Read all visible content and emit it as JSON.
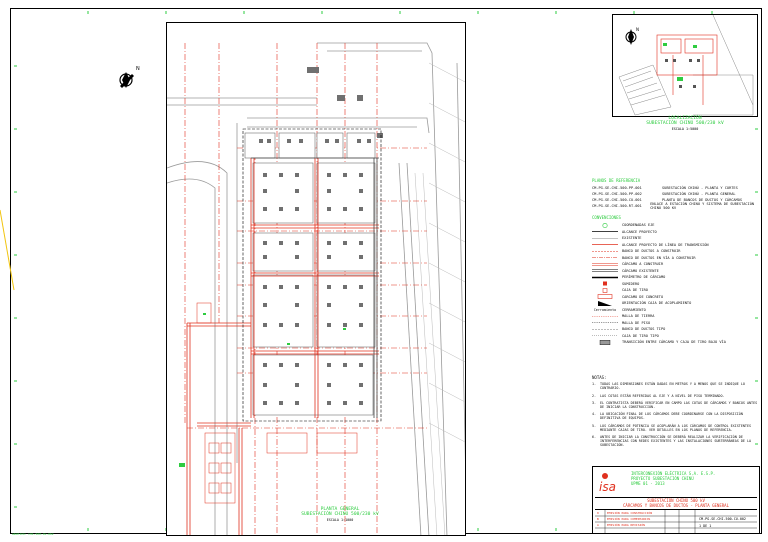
{
  "plan": {
    "title_line1": "PLANTA GENERAL",
    "title_line2": "SUBESTACIÓN CHINÚ 500/230 kV",
    "scale": "ESCALA 1:1000"
  },
  "location": {
    "title_line1": "LOCALIZACIÓN",
    "title_line2": "SUBESTACIÓN CHINÚ 500/230 kV",
    "scale": "ESCALA 1:5000"
  },
  "references": {
    "header": "PLANOS DE REFERENCIA",
    "items": [
      {
        "code": "CM-PG-SE-CHI-500-PP-001",
        "text": "SUBESTACIÓN CHINÚ - PLANTA Y CORTES"
      },
      {
        "code": "CM-PG-SE-CHI-500-PP-002",
        "text": "SUBESTACIÓN CHINÚ - PLANTA GENERAL"
      },
      {
        "code": "CM-PG-SE-CHI-500-CU-001",
        "text": "PLANTA DE BANCOS DE DUCTOS Y CÁRCAMOS"
      },
      {
        "code": "CM-PG-SE-CHI-500-RT-001",
        "text": "ENLACE A ESTACIÓN CHINÚ Y SISTEMA DE SUBESTACIÓN CHINÚ 500 KV"
      }
    ]
  },
  "legend": {
    "header": "CONVENCIONES",
    "items": [
      {
        "symbol": "circle",
        "label": "COORDENADAS EJE"
      },
      {
        "symbol": "line-black",
        "label": "ALCANCE PROYECTO"
      },
      {
        "symbol": "line-thin",
        "label": "EXISTENTE"
      },
      {
        "symbol": "line-red",
        "label": "ALCANCE PROYECTO DE LÍNEA DE TRANSMISIÓN"
      },
      {
        "symbol": "dash-red",
        "label": "BANCO DE DUCTOS A CONSTRUIR"
      },
      {
        "symbol": "dash-red2",
        "label": "BANCO DE DUCTOS EN VÍA A CONSTRUIR"
      },
      {
        "symbol": "double-red",
        "label": "CÁRCAMO A CONSTRUIR"
      },
      {
        "symbol": "double-black",
        "label": "CÁRCAMO EXISTENTE"
      },
      {
        "symbol": "thick-black",
        "label": "PERÍMETRO DE CÁRCAMO"
      },
      {
        "symbol": "square-red",
        "label": "SUMIDERO"
      },
      {
        "symbol": "square-red2",
        "label": "CAJA DE TIRO"
      },
      {
        "symbol": "rect-red",
        "label": "CARCAMO DE CONCRETO"
      },
      {
        "symbol": "tri-black",
        "label": "ORIENTACIÓN CAJA DE ACOPLAMIENTO"
      },
      {
        "symbol": "word",
        "label": "CERRAMIENTO"
      },
      {
        "symbol": "dots",
        "label": "MALLA DE TIERRA"
      },
      {
        "symbol": "dots2",
        "label": "MALLA DE PISO"
      },
      {
        "symbol": "dash-thin",
        "label": "BANCO DE DUCTOS TIPO"
      },
      {
        "symbol": "dash-thin2",
        "label": "CAJA DE TIRO TIPO"
      },
      {
        "symbol": "box-gray",
        "label": "TRANSICIÓN ENTRE CÁRCAMO Y CAJA DE TIRO BAJO VÍA"
      }
    ],
    "word_symbol": "Cerramiento"
  },
  "notes": {
    "header": "NOTAS:",
    "items": [
      {
        "num": "1.",
        "text": "TODAS LAS DIMENSIONES ESTÁN DADAS EN METROS Y A MENOS QUE SE INDIQUE LO CONTRARIO."
      },
      {
        "num": "2.",
        "text": "LAS COTAS ESTÁN REFERIDAS AL EJE Y A NIVEL DE PISO TERMINADO."
      },
      {
        "num": "3.",
        "text": "EL CONTRATISTA DEBERÁ VERIFICAR EN CAMPO LAS COTAS DE CÁRCAMOS Y BANCOS ANTES DE INICIAR LA CONSTRUCCIÓN."
      },
      {
        "num": "4.",
        "text": "LA UBICACIÓN FINAL DE LOS CÁRCAMOS DEBE COORDINARSE CON LA DISPOSICIÓN DEFINITIVA DE EQUIPOS."
      },
      {
        "num": "5.",
        "text": "LOS CÁRCAMOS DE POTENCIA SE ACOPLARÁN A LOS CÁRCAMOS DE CONTROL EXISTENTES MEDIANTE CAJAS DE TIRO. VER DETALLES EN LOS PLANOS DE REFERENCIA."
      },
      {
        "num": "6.",
        "text": "ANTES DE INICIAR LA CONSTRUCCIÓN SE DEBERÁ REALIZAR LA VERIFICACIÓN DE INTERFERENCIAS CON REDES EXISTENTES Y LAS INSTALACIONES SUBTERRÁNEAS DE LA SUBESTACIÓN."
      }
    ]
  },
  "titleblock": {
    "company_line1": "INTERCONEXIÓN ELÉCTRICA S.A. E.S.P.",
    "company_line2": "PROYECTO SUBESTACIÓN CHINÚ",
    "company_line3": "UPME 01 - 2013",
    "logo_text": "isa",
    "project_line1": "SUBESTACIÓN CHINÚ 500 kV",
    "project_line2": "CÁRCAMOS Y BANCOS DE DUCTOS - PLANTA GENERAL",
    "rows": [
      {
        "rev": "0",
        "desc": "EMISIÓN PARA CONSTRUCCIÓN"
      },
      {
        "rev": "B",
        "desc": "EMISIÓN PARA COMENTARIOS"
      },
      {
        "rev": "A",
        "desc": "EMISIÓN PARA REVISIÓN"
      }
    ],
    "drawing_no": "CM-PG-SE-CHI-500-CU-002",
    "sheet": "1 DE 1"
  },
  "corner_note": "ARCHIVO: CHI-500-CU-002"
}
